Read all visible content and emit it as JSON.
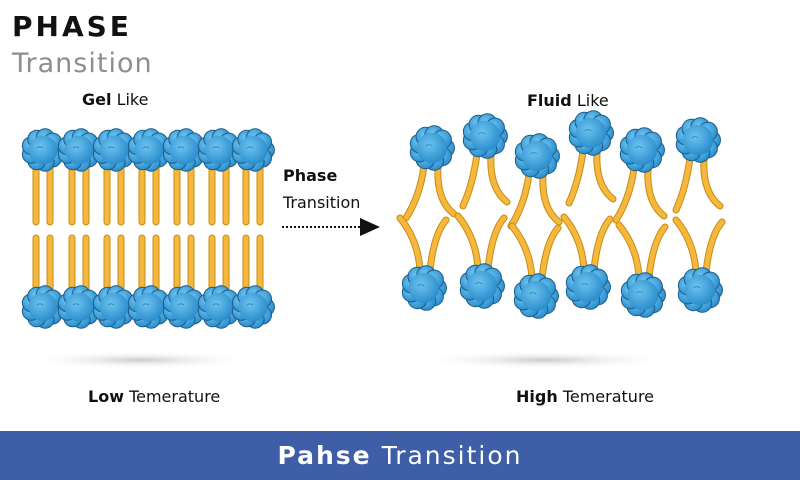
{
  "header": {
    "title": "PHASE",
    "subtitle": "Transition"
  },
  "gel": {
    "caption_bold": "Gel",
    "caption_rest": "Like",
    "temp_bold": "Low",
    "temp_rest": "Temerature"
  },
  "fluid": {
    "caption_bold": "Fluid",
    "caption_rest": "Like",
    "temp_bold": "High",
    "temp_rest": "Temerature"
  },
  "arrow": {
    "label_bold": "Phase",
    "label_rest": "Transition"
  },
  "footer": {
    "text_bold": "Pahse",
    "text_rest": "Transition",
    "color": "#3e5ea8"
  },
  "colors": {
    "head": "#3ea3dd",
    "head_stroke": "#1c5d8a",
    "tail": "#f5b83d",
    "tail_stroke": "#c78c16"
  }
}
